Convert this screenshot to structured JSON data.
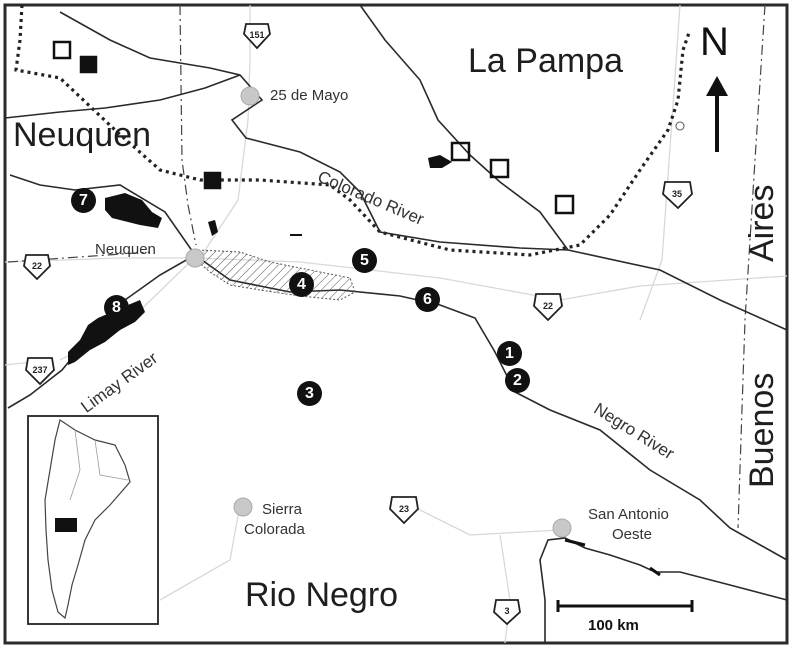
{
  "regions": {
    "la_pampa": "La Pampa",
    "neuquen": "Neuquen",
    "rio_negro": "Rio Negro",
    "buenos_aires_1": "Buenos",
    "buenos_aires_2": "Aires"
  },
  "cities": {
    "veinticinco_de_mayo": "25 de Mayo",
    "neuquen": "Neuquen",
    "sierra_colorada_1": "Sierra",
    "sierra_colorada_2": "Colorada",
    "san_antonio_1": "San Antonio",
    "san_antonio_2": "Oeste"
  },
  "rivers": {
    "colorado": "Colorado River",
    "limay": "Limay River",
    "negro": "Negro River"
  },
  "routes": {
    "r151": "151",
    "r35": "35",
    "r22a": "22",
    "r22b": "22",
    "r237": "237",
    "r23": "23",
    "r3": "3"
  },
  "sites": [
    "1",
    "2",
    "3",
    "4",
    "5",
    "6",
    "7",
    "8"
  ],
  "north_label": "N",
  "scale_label": "100 km",
  "colors": {
    "ink": "#1a1a1a",
    "road": "#d8d8d8",
    "city_dot": "#c8c8c8"
  }
}
